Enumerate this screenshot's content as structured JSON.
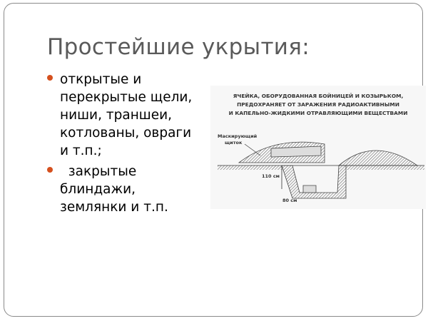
{
  "title": "Простейшие укрытия:",
  "accent_color": "#d5501e",
  "bullets": [
    {
      "text": "открытые и перекрытые щели, ниши, траншеи, котлованы, овраги и т.п.;"
    },
    {
      "text": "  закрытые блиндажи, землянки и т.п."
    }
  ],
  "figure": {
    "caption_lines": [
      "ЯЧЕЙКА, ОБОРУДОВАННАЯ БОЙНИЦЕЙ И КОЗЫРЬКОМ,",
      "ПРЕДОХРАНЯЕТ ОТ ЗАРАЖЕНИЯ РАДИОАКТИВНЫМИ",
      "И КАПЕЛЬНО-ЖИДКИМИ ОТРАВЛЯЮЩИМИ ВЕЩЕСТВАМИ"
    ],
    "label_shield_1": "Маскирующий",
    "label_shield_2": "щиток",
    "label_depth": "110 см",
    "label_width": "80 см"
  }
}
